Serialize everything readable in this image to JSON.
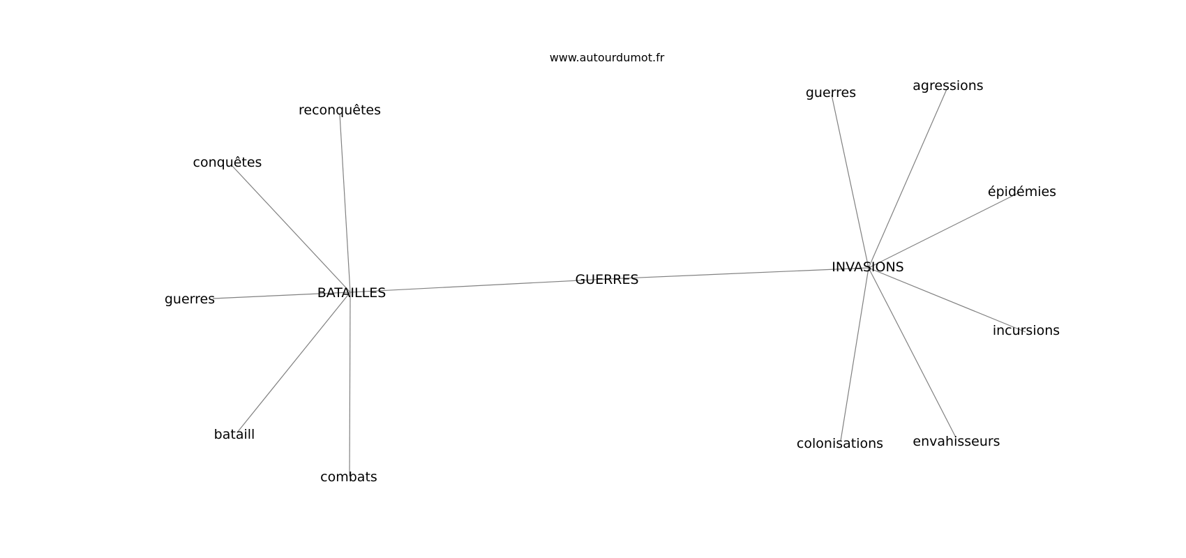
{
  "site_label": "www.autourdumot.fr",
  "graph": {
    "colors": {
      "edge": "#808080",
      "text": "#000000",
      "background": "#ffffff"
    },
    "nodes": [
      {
        "id": "guerres-center",
        "label": "GUERRES"
      },
      {
        "id": "batailles",
        "label": "BATAILLES"
      },
      {
        "id": "invasions",
        "label": "INVASIONS"
      },
      {
        "id": "reconquetes",
        "label": "reconquêtes"
      },
      {
        "id": "conquetes",
        "label": "conquêtes"
      },
      {
        "id": "guerres-left",
        "label": "guerres"
      },
      {
        "id": "bataill",
        "label": "bataill"
      },
      {
        "id": "combats",
        "label": "combats"
      },
      {
        "id": "guerres-right",
        "label": "guerres"
      },
      {
        "id": "agressions",
        "label": "agressions"
      },
      {
        "id": "epidemies",
        "label": "épidémies"
      },
      {
        "id": "incursions",
        "label": "incursions"
      },
      {
        "id": "envahisseurs",
        "label": "envahisseurs"
      },
      {
        "id": "colonisations",
        "label": "colonisations"
      }
    ],
    "edges": [
      [
        "batailles",
        "guerres-center"
      ],
      [
        "guerres-center",
        "invasions"
      ],
      [
        "batailles",
        "reconquetes"
      ],
      [
        "batailles",
        "conquetes"
      ],
      [
        "batailles",
        "guerres-left"
      ],
      [
        "batailles",
        "bataill"
      ],
      [
        "batailles",
        "combats"
      ],
      [
        "invasions",
        "guerres-right"
      ],
      [
        "invasions",
        "agressions"
      ],
      [
        "invasions",
        "epidemies"
      ],
      [
        "invasions",
        "incursions"
      ],
      [
        "invasions",
        "envahisseurs"
      ],
      [
        "invasions",
        "colonisations"
      ]
    ]
  }
}
